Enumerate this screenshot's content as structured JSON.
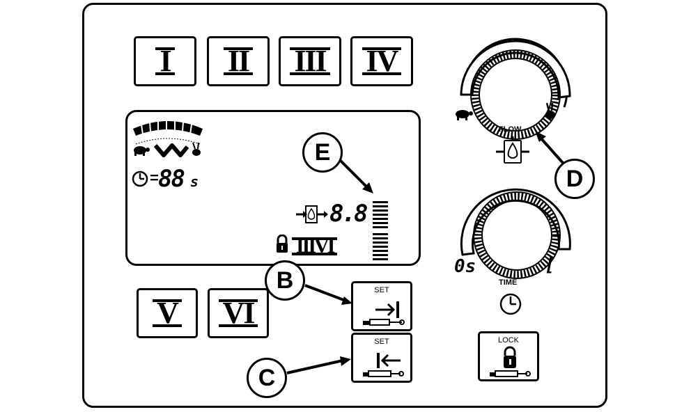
{
  "program_buttons": [
    "I",
    "II",
    "III",
    "IV",
    "V",
    "VI"
  ],
  "callouts": {
    "b": "B",
    "c": "C",
    "d": "D",
    "e": "E"
  },
  "lcd": {
    "time_value": "88",
    "time_unit": "s",
    "flow_value": "8.8",
    "program_indicator": "IIIVI"
  },
  "flow_knob": {
    "label": "FLOW"
  },
  "time_knob": {
    "label": "TIME",
    "min_label": "0s",
    "max_label": "["
  },
  "set_buttons": {
    "in_label": "SET",
    "out_label": "SET"
  },
  "lock_button": {
    "label": "LOCK"
  },
  "icons": [
    "turtle-icon",
    "rabbit-icon",
    "clock-icon",
    "flow-icon",
    "lock-icon",
    "arrow-to-bar-icon",
    "arrow-from-bar-icon",
    "wave-icon"
  ]
}
